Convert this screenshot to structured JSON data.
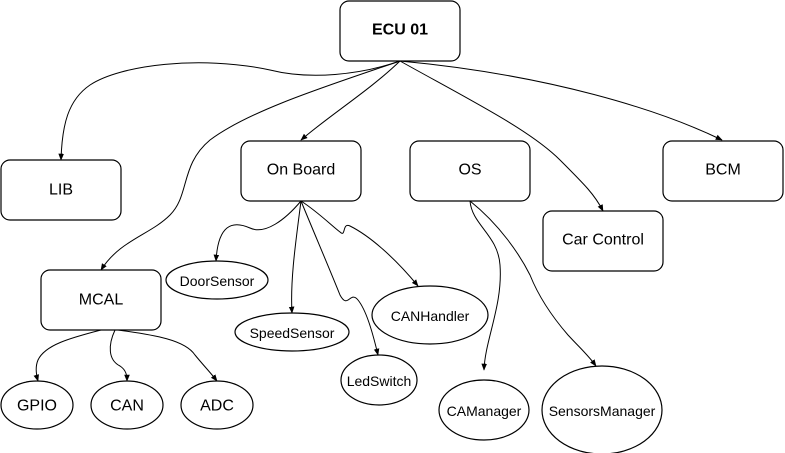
{
  "nodes": {
    "ecu01": {
      "label": "ECU 01"
    },
    "lib": {
      "label": "LIB"
    },
    "onboard": {
      "label": "On Board"
    },
    "os": {
      "label": "OS"
    },
    "bcm": {
      "label": "BCM"
    },
    "carcontrol": {
      "label": "Car Control"
    },
    "mcal": {
      "label": "MCAL"
    },
    "doorsensor": {
      "label": "DoorSensor"
    },
    "speedsensor": {
      "label": "SpeedSensor"
    },
    "canhandler": {
      "label": "CANHandler"
    },
    "ledswitch": {
      "label": "LedSwitch"
    },
    "camanager": {
      "label": "CAManager"
    },
    "sensorsmanager": {
      "label": "SensorsManager"
    },
    "gpio": {
      "label": "GPIO"
    },
    "can": {
      "label": "CAN"
    },
    "adc": {
      "label": "ADC"
    }
  },
  "edges": [
    {
      "from": "ecu01",
      "to": "lib"
    },
    {
      "from": "ecu01",
      "to": "onboard"
    },
    {
      "from": "ecu01",
      "to": "carcontrol"
    },
    {
      "from": "ecu01",
      "to": "bcm"
    },
    {
      "from": "ecu01",
      "to": "mcal"
    },
    {
      "from": "onboard",
      "to": "doorsensor"
    },
    {
      "from": "onboard",
      "to": "speedsensor"
    },
    {
      "from": "onboard",
      "to": "ledswitch"
    },
    {
      "from": "onboard",
      "to": "canhandler"
    },
    {
      "from": "os",
      "to": "camanager"
    },
    {
      "from": "os",
      "to": "sensorsmanager"
    },
    {
      "from": "mcal",
      "to": "gpio"
    },
    {
      "from": "mcal",
      "to": "can"
    },
    {
      "from": "mcal",
      "to": "adc"
    }
  ],
  "colors": {
    "stroke": "#000000",
    "fill": "#ffffff",
    "text": "#000000"
  }
}
